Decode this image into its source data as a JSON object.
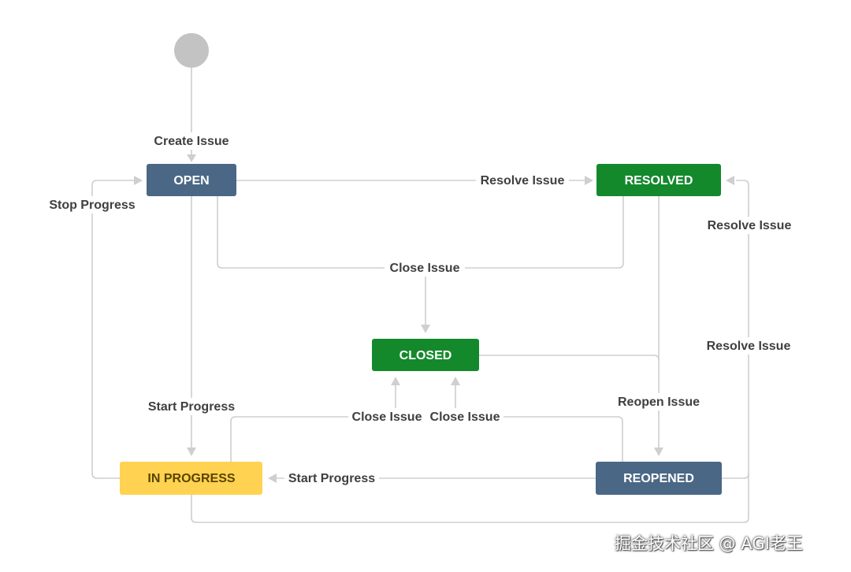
{
  "colors": {
    "edge": "#cfcfcf",
    "start_node": "#c3c3c3",
    "open": "#4a6785",
    "resolved": "#14892c",
    "closed": "#14892c",
    "in_progress": "#ffd351",
    "reopened": "#4a6785",
    "text_light": "#ffffff",
    "text_dark": "#594300"
  },
  "nodes": {
    "open": "OPEN",
    "resolved": "RESOLVED",
    "closed": "CLOSED",
    "in_progress": "IN PROGRESS",
    "reopened": "REOPENED"
  },
  "transitions": {
    "create_issue": "Create Issue",
    "open_resolve_issue": "Resolve Issue",
    "stop_progress": "Stop Progress",
    "close_issue_open_resolved": "Close Issue",
    "start_progress_open": "Start Progress",
    "close_issue_in_progress": "Close Issue",
    "close_issue_reopened": "Close Issue",
    "reopen_issue": "Reopen Issue",
    "in_progress_resolve_issue": "Resolve Issue",
    "reopened_resolve_issue": "Resolve Issue",
    "start_progress_reopened": "Start Progress"
  },
  "watermark": "掘金技术社区 @ AGI老王"
}
